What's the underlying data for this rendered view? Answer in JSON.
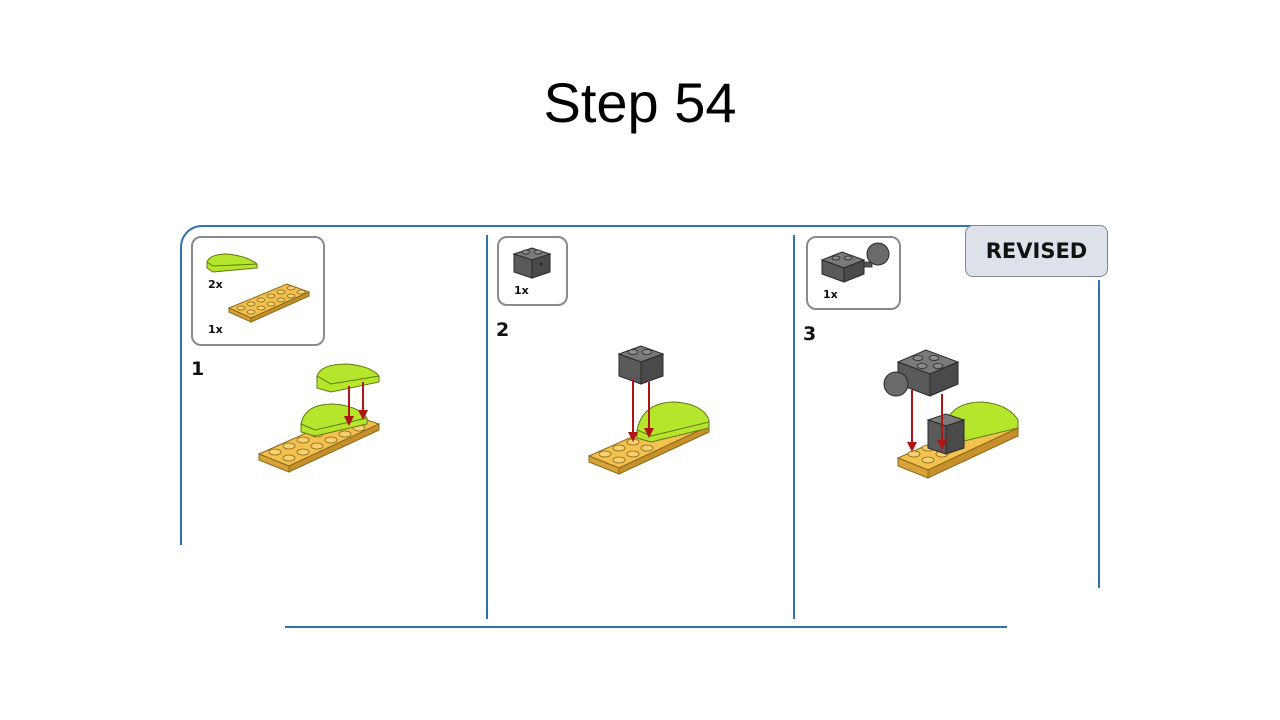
{
  "title": "Step 54",
  "badge": "REVISED",
  "colors": {
    "frame": "#2e74b5",
    "plate": "#f2c14e",
    "slope": "#b5e62b",
    "dark_brick": "#5a5a5a",
    "arrow": "#b01515"
  },
  "panels": [
    {
      "step": "1",
      "parts": [
        {
          "qty": "2x",
          "icon": "lime-slope-brick-icon"
        },
        {
          "qty": "1x",
          "icon": "yellow-plate-icon"
        }
      ]
    },
    {
      "step": "2",
      "parts": [
        {
          "qty": "1x",
          "icon": "dark-technic-brick-icon"
        }
      ]
    },
    {
      "step": "3",
      "parts": [
        {
          "qty": "1x",
          "icon": "dark-ball-joint-brick-icon"
        }
      ]
    }
  ]
}
